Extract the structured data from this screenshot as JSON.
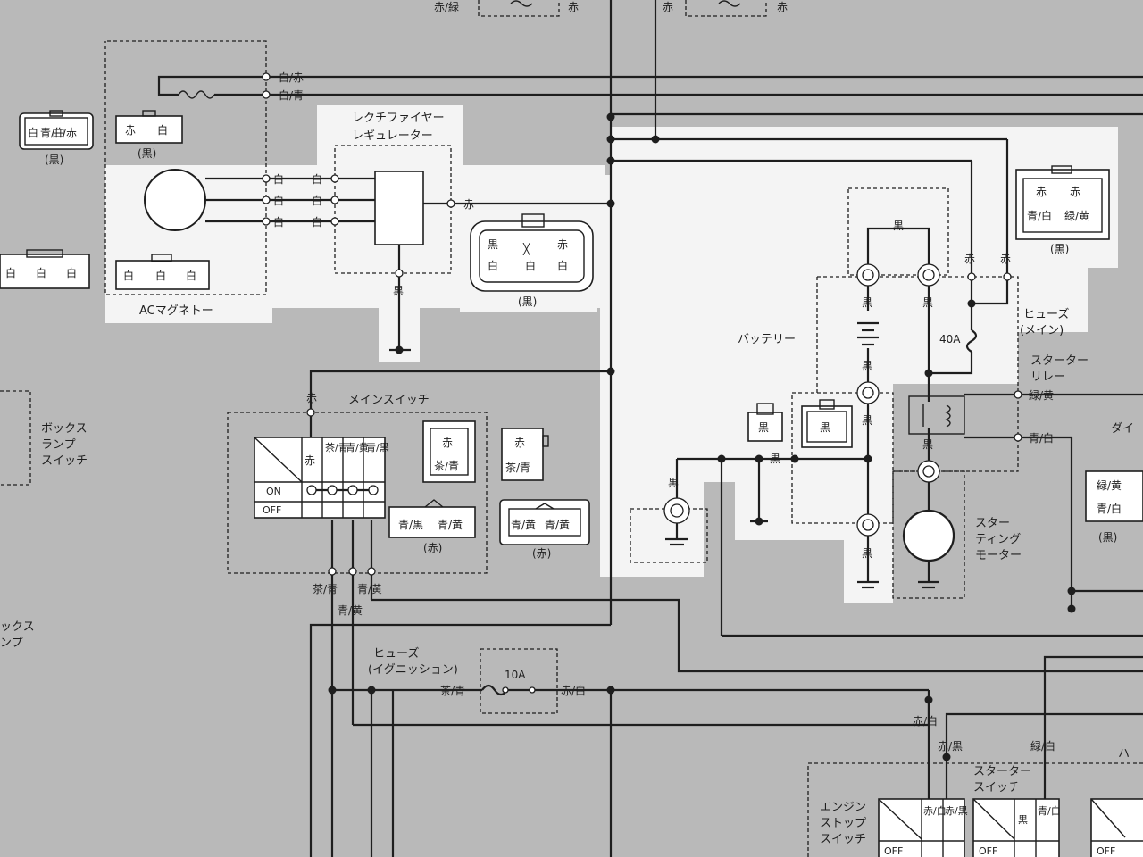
{
  "labels": {
    "red_green_top": "赤/緑",
    "red_top_a": "赤",
    "red_top_b": "赤",
    "white_red": "白/赤",
    "white_blue": "白/青",
    "white": "白",
    "red": "赤",
    "black": "黒",
    "blue_white": "青/白",
    "green_yellow": "緑/黄",
    "brown_blue": "茶/青",
    "blue_yellow": "青/黄",
    "blue_black": "青/黒",
    "red_white": "赤/白",
    "red_black": "赤/黒",
    "green_white": "緑/白",
    "black_paren": "(黒)",
    "red_paren": "(赤)",
    "on": "ON",
    "off": "OFF",
    "fuse_40a": "40A",
    "fuse_10a": "10A",
    "cross": "╳"
  },
  "components": {
    "rectifier_line1": "レクチファイヤー",
    "rectifier_line2": "レギュレーター",
    "ac_magneto": "ACマグネトー",
    "main_switch": "メインスイッチ",
    "battery": "バッテリー",
    "fuse_main_line1": "ヒューズ",
    "fuse_main_line2": "(メイン)",
    "starter_relay_line1": "スターター",
    "starter_relay_line2": "リレー",
    "starting_motor_line1": "スター",
    "starting_motor_line2": "ティング",
    "starting_motor_line3": "モーター",
    "box_lamp_switch_line1": "ボックス",
    "box_lamp_switch_line2": "ランプ",
    "box_lamp_switch_line3": "スイッチ",
    "box_lamp_partial_line1": "ックス",
    "box_lamp_partial_line2": "ンプ",
    "fuse_ign_line1": "ヒューズ",
    "fuse_ign_line2": "(イグニッション)",
    "engine_stop_line1": "エンジン",
    "engine_stop_line2": "ストップ",
    "engine_stop_line3": "スイッチ",
    "starter_switch_line1": "スターター",
    "starter_switch_line2": "スイッチ",
    "diode_partial": "ダイ",
    "edge_partial": "ハ"
  }
}
